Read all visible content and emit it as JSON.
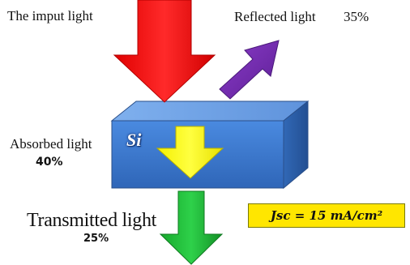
{
  "labels": {
    "input_light": "The imput light",
    "reflected_light": "Reflected light",
    "reflected_percent": "35%",
    "absorbed_light": "Absorbed light",
    "absorbed_percent": "40%",
    "transmitted_light": "Transmitted light",
    "transmitted_percent": "25%",
    "material": "Si",
    "jsc_equation": "Jsc = 15 mA/cm²"
  },
  "colors": {
    "input_arrow": "#ff1a1a",
    "reflected_arrow": "#7a2fb5",
    "absorbed_arrow": "#ffff1a",
    "transmitted_arrow": "#1fc43a",
    "block_front": "#3f7fd6",
    "block_top": "#6aa0e8",
    "block_side": "#2a5ea8",
    "jsc_background": "#ffe600"
  },
  "icons": {
    "input": "arrow-down",
    "reflected": "arrow-up-right",
    "absorbed": "arrow-down",
    "transmitted": "arrow-down"
  }
}
